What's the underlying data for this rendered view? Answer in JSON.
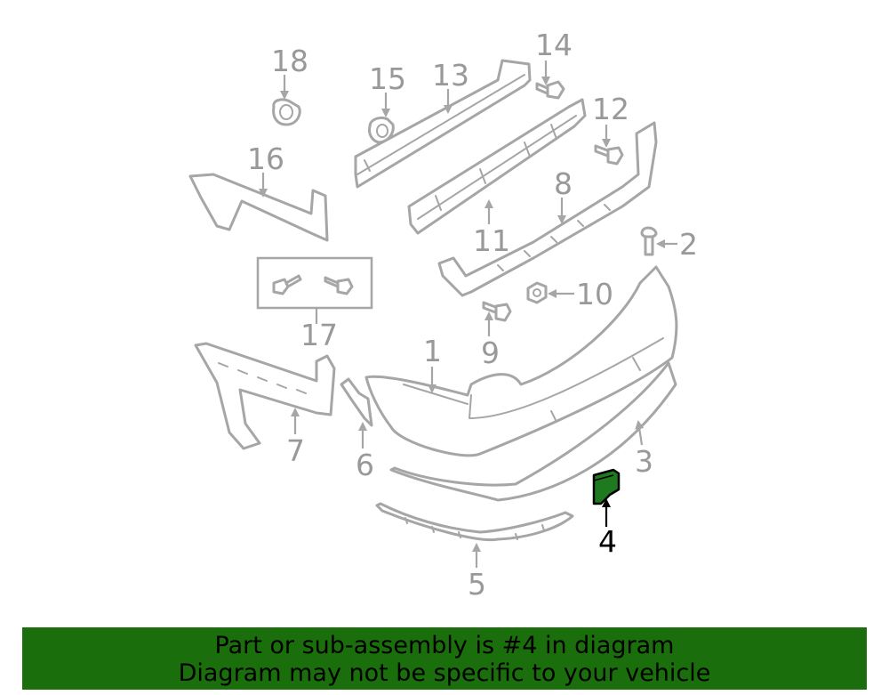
{
  "highlighted_part": "4",
  "banner": {
    "line1": "Part or sub-assembly is #4 in diagram",
    "line2": "Diagram may not be specific to your vehicle"
  },
  "callouts": {
    "c1": "1",
    "c2": "2",
    "c3": "3",
    "c4": "4",
    "c5": "5",
    "c6": "6",
    "c7": "7",
    "c8": "8",
    "c9": "9",
    "c10": "10",
    "c11": "11",
    "c12": "12",
    "c13": "13",
    "c14": "14",
    "c15": "15",
    "c16": "16",
    "c17": "17",
    "c18": "18"
  },
  "colors": {
    "banner_bg": "#1b6e0c",
    "highlight": "#1f7a1f",
    "outline": "#a6a6a6"
  }
}
